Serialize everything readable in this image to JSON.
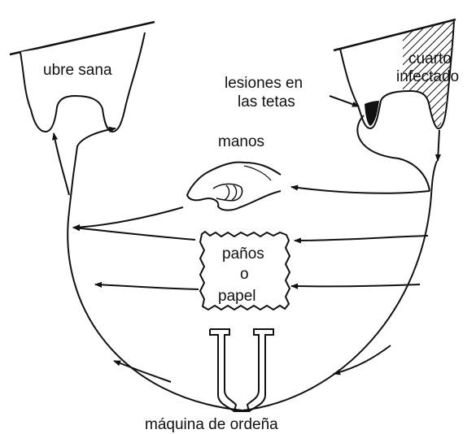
{
  "labels": {
    "healthy_udder": "ubre sana",
    "infected_quarter_line1": "cuarto",
    "infected_quarter_line2": "infectado",
    "teat_lesions_line1": "lesiones en",
    "teat_lesions_line2": "las tetas",
    "hands": "manos",
    "cloths_line1": "paños",
    "cloths_line2": "o",
    "cloths_line3": "papel",
    "milking_machine": "máquina de ordeña"
  },
  "colors": {
    "ink": "#111111",
    "background": "#ffffff"
  }
}
